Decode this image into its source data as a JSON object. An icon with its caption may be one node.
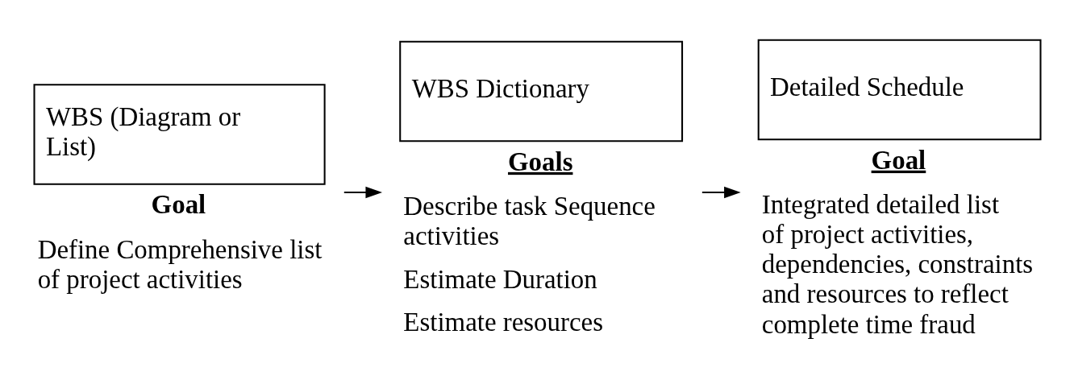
{
  "diagram": {
    "nodes": [
      {
        "text": [
          "WBS (Diagram or List)"
        ],
        "beside": [
          "Goal",
          "Define Comprehensive list of project activities"
        ]
      },
      {
        "text": [
          "WBS Dictionary"
        ],
        "beside": [
          "Goals",
          "Describe task Sequence activities",
          "Estimate Duration",
          "Estimate resources"
        ]
      },
      {
        "text": [
          "Detailed Schedule"
        ],
        "beside": [
          "Goal",
          "Integrated detailed list of project activities, dependencies, constraints and resources to reflect complete time fraud"
        ]
      }
    ],
    "edges": [
      {
        "from": 0,
        "to": 1,
        "arrow": "to"
      },
      {
        "from": 1,
        "to": 2,
        "arrow": "to"
      }
    ]
  }
}
